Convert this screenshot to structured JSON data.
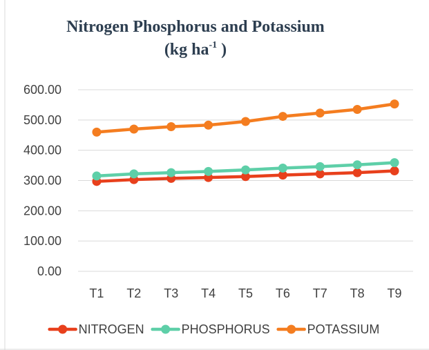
{
  "chart_data": {
    "type": "line",
    "title": "Nitrogen Phosphorus and Potassium",
    "subtitle": {
      "prefix": "(kg ha",
      "superscript": "-1",
      "suffix": " )"
    },
    "categories": [
      "T1",
      "T2",
      "T3",
      "T4",
      "T5",
      "T6",
      "T7",
      "T8",
      "T9"
    ],
    "ylim": [
      0,
      600
    ],
    "yticks": [
      0,
      100,
      200,
      300,
      400,
      500,
      600
    ],
    "ytick_labels": [
      "0.00",
      "100.00",
      "200.00",
      "300.00",
      "400.00",
      "500.00",
      "600.00"
    ],
    "grid": true,
    "legend_position": "bottom",
    "series": [
      {
        "name": "NITROGEN",
        "color": "#e8401c",
        "values": [
          297,
          303,
          307,
          310,
          313,
          318,
          322,
          326,
          332
        ]
      },
      {
        "name": "PHOSPHORUS",
        "color": "#5ecfa8",
        "values": [
          315,
          322,
          326,
          330,
          335,
          341,
          346,
          352,
          359
        ]
      },
      {
        "name": "POTASSIUM",
        "color": "#f47d20",
        "values": [
          460,
          470,
          478,
          483,
          495,
          512,
          523,
          535,
          553
        ]
      }
    ]
  }
}
